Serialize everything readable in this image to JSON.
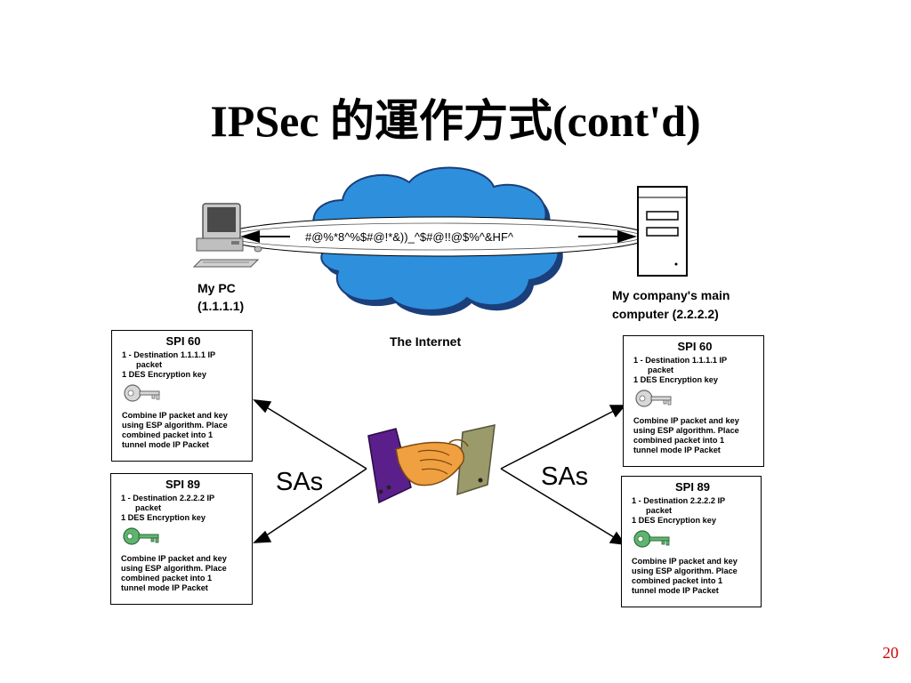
{
  "title": "IPSec 的運作方式(cont'd)",
  "tunnel_text": "#@%*8^%$#@!*&))_^$#@!!@$%^&HF^",
  "internet_label": "The Internet",
  "my_pc_label": "My PC\n(1.1.1.1)",
  "server_label": "My company's main\ncomputer (2.2.2.2)",
  "sas_label": "SAs",
  "sa_boxes": {
    "left_top": {
      "spi": "SPI 60",
      "dest_line1": "1 - Destination 1.1.1.1 IP",
      "dest_line2": "packet",
      "key_line": "1 DES Encryption key",
      "desc": "Combine IP packet and key\nusing ESP algorithm.  Place\ncombined packet into  1\ntunnel mode IP Packet"
    },
    "left_bottom": {
      "spi": "SPI 89",
      "dest_line1": "1 - Destination 2.2.2.2 IP",
      "dest_line2": "packet",
      "key_line": "1 DES Encryption key",
      "desc": "Combine IP packet and key\nusing ESP algorithm.  Place\ncombined packet into  1\ntunnel mode IP Packet"
    },
    "right_top": {
      "spi": "SPI 60",
      "dest_line1": "1 - Destination 1.1.1.1 IP",
      "dest_line2": "packet",
      "key_line": "1 DES Encryption key",
      "desc": "Combine IP packet and key\nusing ESP algorithm.  Place\ncombined packet into  1\ntunnel mode IP Packet"
    },
    "right_bottom": {
      "spi": "SPI 89",
      "dest_line1": "1 - Destination 2.2.2.2 IP",
      "dest_line2": "packet",
      "key_line": "1 DES Encryption key",
      "desc": "Combine IP packet and key\nusing ESP algorithm.  Place\ncombined packet into  1\ntunnel mode IP Packet"
    }
  },
  "page_number": "20",
  "colors": {
    "cloud": "#2e8fdd",
    "cloud_outline": "#1a3f7a",
    "sleeve_left": "#5b1f8c",
    "sleeve_right": "#9a9a6a",
    "hand": "#f0a040",
    "key_gray": "#d8d8d8",
    "key_green": "#5fb56f",
    "page_number": "#cc0000"
  },
  "icons": [
    "desktop-pc-icon",
    "server-tower-icon",
    "internet-cloud-icon",
    "handshake-icon",
    "key-icon"
  ]
}
